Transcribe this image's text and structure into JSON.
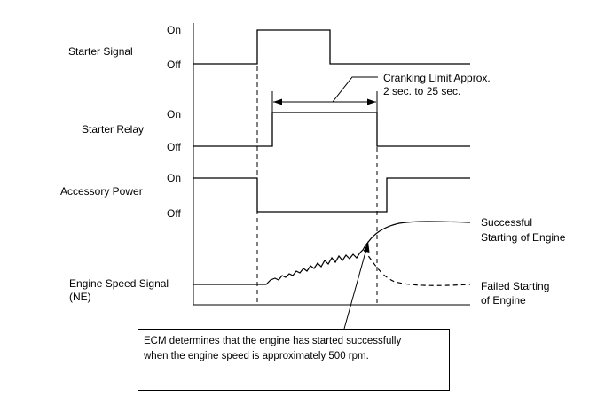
{
  "signals": [
    {
      "name": "Starter Signal",
      "on": "On",
      "off": "Off"
    },
    {
      "name": "Starter Relay",
      "on": "On",
      "off": "Off"
    },
    {
      "name": "Accessory Power",
      "on": "On",
      "off": "Off"
    },
    {
      "name_line1": "Engine Speed Signal",
      "name_line2": "(NE)"
    }
  ],
  "cranking_limit": {
    "line1": "Cranking Limit Approx.",
    "line2": "2 sec. to 25 sec."
  },
  "outcomes": {
    "success_line1": "Successful",
    "success_line2": "Starting of Engine",
    "failed_line1": "Failed Starting",
    "failed_line2": "of Engine"
  },
  "note": {
    "line1": "ECM determines that the engine has started successfully",
    "line2": "when the engine speed is approximately 500 rpm."
  }
}
